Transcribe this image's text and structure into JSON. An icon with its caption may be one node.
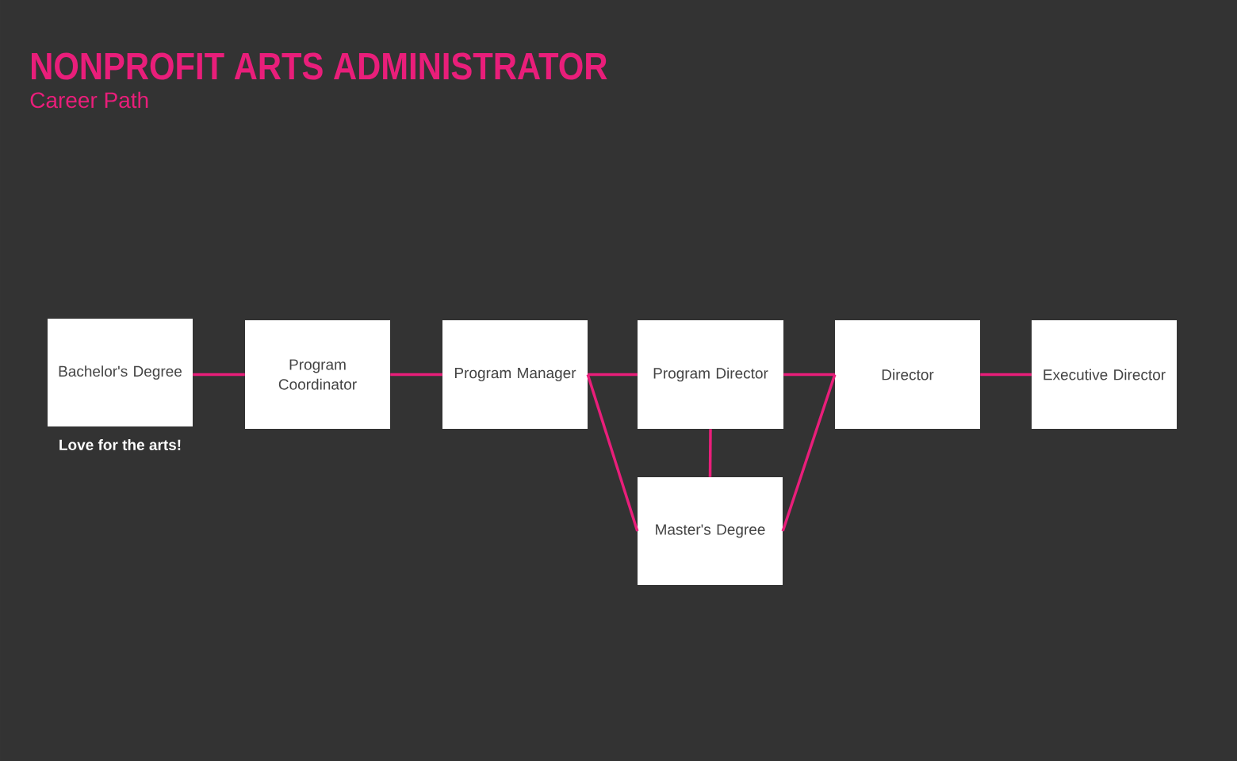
{
  "diagram": {
    "title": "NONPROFIT ARTS ADMINISTRATOR",
    "nodes": [
      {
        "text": [
          "Bachelor's Degree"
        ],
        "beside": [
          "Love for the arts!"
        ]
      },
      {
        "text": [
          "Program Coordinator"
        ]
      },
      {
        "text": [
          "Program Manager"
        ]
      },
      {
        "text": [
          "Program Director"
        ]
      },
      {
        "text": [
          "Director"
        ]
      },
      {
        "text": [
          "Executive Director"
        ]
      },
      {
        "text": [
          "Master's Degree"
        ]
      }
    ],
    "edges": [
      {
        "from": 0,
        "to": 1,
        "arrow": "none"
      },
      {
        "from": 1,
        "to": 2,
        "arrow": "none"
      },
      {
        "from": 2,
        "to": 3,
        "arrow": "none"
      },
      {
        "from": 3,
        "to": 4,
        "arrow": "none"
      },
      {
        "from": 4,
        "to": 5,
        "arrow": "none"
      },
      {
        "from": 2,
        "to": 6,
        "arrow": "none"
      },
      {
        "from": 3,
        "to": 6,
        "arrow": "none"
      },
      {
        "from": 6,
        "to": 4,
        "arrow": "none"
      }
    ],
    "labels": [
      "Career Path"
    ]
  }
}
